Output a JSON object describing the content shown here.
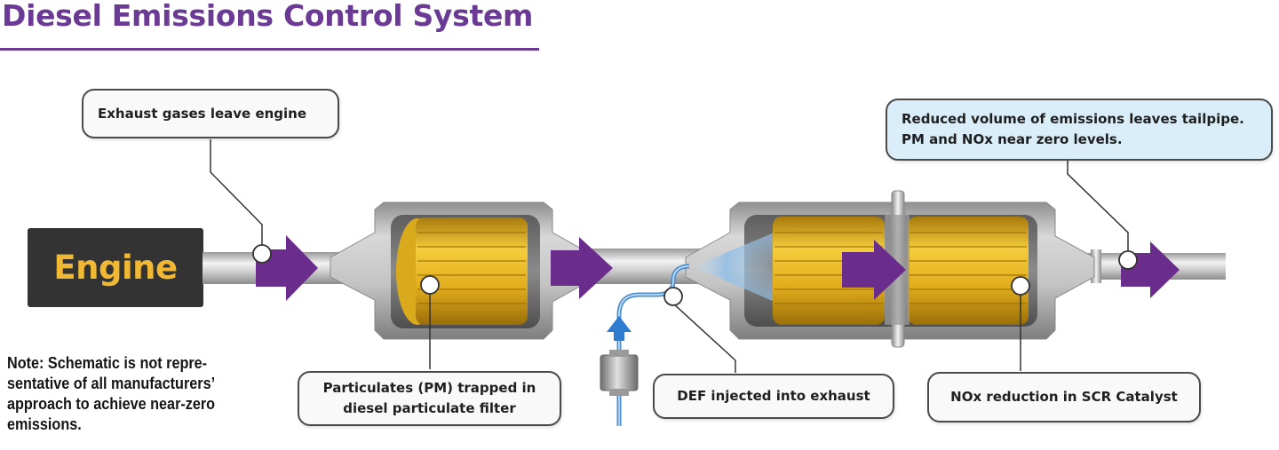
{
  "title": "Diesel Emissions Control System",
  "engine_label": "Engine",
  "callouts": {
    "exhaust": "Exhaust gases leave engine",
    "particulates": "Particulates (PM) trapped in\ndiesel particulate filter",
    "def": "DEF injected into exhaust",
    "nox": "NOx reduction in SCR Catalyst",
    "tailpipe": "Reduced volume of emissions leaves tailpipe.\nPM and NOx near zero levels."
  },
  "note": "Note: Schematic is not repre-\nsentative of all manufacturers’\napproach to achieve near-zero\nemissions.",
  "colors": {
    "title": "#6b3a94",
    "arrow": "#6b2d8c",
    "filter_gold": "#e8b71f",
    "engine_box": "#333333",
    "engine_text": "#f1b833",
    "def_line": "#4a8fd0",
    "tailpipe_callout_bg": "#d9eef8"
  }
}
